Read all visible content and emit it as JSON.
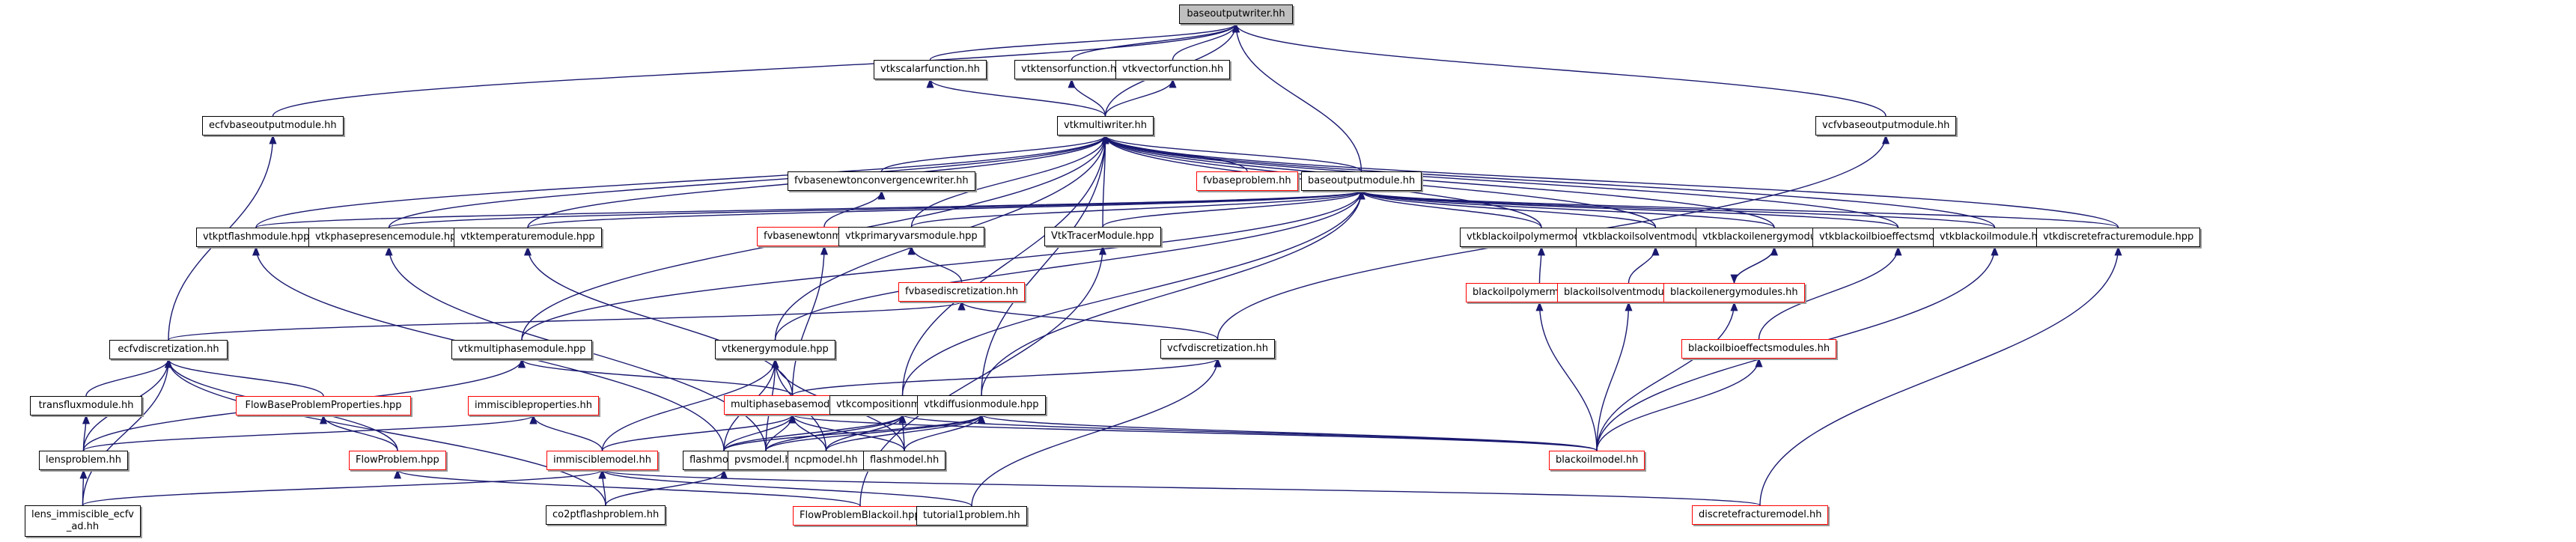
{
  "diagram": {
    "title": "baseoutputwriter.hh",
    "colors": {
      "edge": "#191970",
      "node_border": "#000000",
      "node_border_incomplete": "#ff0000",
      "root_fill": "#bfbfbf"
    },
    "nodes": [
      {
        "id": "baseoutputwriter",
        "label": "baseoutputwriter.hh",
        "style": "root"
      },
      {
        "id": "vtkscalarfunction",
        "label": "vtkscalarfunction.hh",
        "style": "normal"
      },
      {
        "id": "vtktensorfunction",
        "label": "vtktensorfunction.hh",
        "style": "normal"
      },
      {
        "id": "vtkvectorfunction",
        "label": "vtkvectorfunction.hh",
        "style": "normal"
      },
      {
        "id": "ecfvbaseoutputmodule",
        "label": "ecfvbaseoutputmodule.hh",
        "style": "normal"
      },
      {
        "id": "vcfvbaseoutputmodule",
        "label": "vcfvbaseoutputmodule.hh",
        "style": "normal"
      },
      {
        "id": "vtkmultiwriter",
        "label": "vtkmultiwriter.hh",
        "style": "normal"
      },
      {
        "id": "fvbasenewtonconvergencewriter",
        "label": "fvbasenewtonconvergencewriter.hh",
        "style": "normal"
      },
      {
        "id": "fvbaseproblem",
        "label": "fvbaseproblem.hh",
        "style": "red"
      },
      {
        "id": "baseoutputmodule",
        "label": "baseoutputmodule.hh",
        "style": "normal"
      },
      {
        "id": "vtkptflashmodule",
        "label": "vtkptflashmodule.hpp",
        "style": "normal"
      },
      {
        "id": "vtkphasepresencemodule",
        "label": "vtkphasepresencemodule.hpp",
        "style": "normal"
      },
      {
        "id": "vtktemperaturemodule",
        "label": "vtktemperaturemodule.hpp",
        "style": "normal"
      },
      {
        "id": "fvbasenewtonmethod",
        "label": "fvbasenewtonmethod.hh",
        "style": "red"
      },
      {
        "id": "vtkprimaryvarsmodule",
        "label": "vtkprimaryvarsmodule.hpp",
        "style": "normal"
      },
      {
        "id": "VtkTracerModule",
        "label": "VtkTracerModule.hpp",
        "style": "normal"
      },
      {
        "id": "vtkblackoilpolymermodule",
        "label": "vtkblackoilpolymermodule.hpp",
        "style": "normal"
      },
      {
        "id": "vtkblackoilsolventmodule",
        "label": "vtkblackoilsolventmodule.hpp",
        "style": "normal"
      },
      {
        "id": "vtkblackoilenergymodule",
        "label": "vtkblackoilenergymodule.hpp",
        "style": "normal"
      },
      {
        "id": "vtkblackoilbioeffectsmodule",
        "label": "vtkblackoilbioeffectsmodule.hpp",
        "style": "normal"
      },
      {
        "id": "vtkblackoilmodule",
        "label": "vtkblackoilmodule.hpp",
        "style": "normal"
      },
      {
        "id": "vtkdiscretefracturemodule",
        "label": "vtkdiscretefracturemodule.hpp",
        "style": "normal"
      },
      {
        "id": "fvbasediscretization",
        "label": "fvbasediscretization.hh",
        "style": "red"
      },
      {
        "id": "blackoilpolymermodules",
        "label": "blackoilpolymermodules.hh",
        "style": "red"
      },
      {
        "id": "blackoilsolventmodules",
        "label": "blackoilsolventmodules.hh",
        "style": "red"
      },
      {
        "id": "blackoilenergymodules",
        "label": "blackoilenergymodules.hh",
        "style": "red"
      },
      {
        "id": "ecfvdiscretization",
        "label": "ecfvdiscretization.hh",
        "style": "normal"
      },
      {
        "id": "vtkmultiphasemodule",
        "label": "vtkmultiphasemodule.hpp",
        "style": "normal"
      },
      {
        "id": "vtkenergymodule",
        "label": "vtkenergymodule.hpp",
        "style": "normal"
      },
      {
        "id": "vcfvdiscretization",
        "label": "vcfvdiscretization.hh",
        "style": "normal"
      },
      {
        "id": "blackoilbioeffectsmodules",
        "label": "blackoilbioeffectsmodules.hh",
        "style": "red"
      },
      {
        "id": "transfluxmodule",
        "label": "transfluxmodule.hh",
        "style": "normal"
      },
      {
        "id": "FlowBaseProblemProperties",
        "label": "FlowBaseProblemProperties.hpp",
        "style": "red"
      },
      {
        "id": "immiscibleproperties",
        "label": "immiscibleproperties.hh",
        "style": "red"
      },
      {
        "id": "multiphasebasemodel",
        "label": "multiphasebasemodel.hh",
        "style": "red"
      },
      {
        "id": "vtkcompositionmodule",
        "label": "vtkcompositionmodule.hpp",
        "style": "normal"
      },
      {
        "id": "vtkdiffusionmodule",
        "label": "vtkdiffusionmodule.hpp",
        "style": "normal"
      },
      {
        "id": "lensproblem",
        "label": "lensproblem.hh",
        "style": "normal"
      },
      {
        "id": "FlowProblem",
        "label": "FlowProblem.hpp",
        "style": "red"
      },
      {
        "id": "immisciblemodel",
        "label": "immisciblemodel.hh",
        "style": "red"
      },
      {
        "id": "flashmodel1",
        "label": "flashmodel.hh",
        "style": "normal"
      },
      {
        "id": "pvsmodel",
        "label": "pvsmodel.hh",
        "style": "normal"
      },
      {
        "id": "ncpmodel",
        "label": "ncpmodel.hh",
        "style": "normal"
      },
      {
        "id": "flashmodel2",
        "label": "flashmodel.hh",
        "style": "normal"
      },
      {
        "id": "blackoilmodel",
        "label": "blackoilmodel.hh",
        "style": "red"
      },
      {
        "id": "lens_immiscible_ecfv_ad",
        "label": "lens_immiscible_ecfv\n_ad.hh",
        "style": "normal"
      },
      {
        "id": "co2ptflashproblem",
        "label": "co2ptflashproblem.hh",
        "style": "normal"
      },
      {
        "id": "FlowProblemBlackoil",
        "label": "FlowProblemBlackoil.hpp",
        "style": "red"
      },
      {
        "id": "tutorial1problem",
        "label": "tutorial1problem.hh",
        "style": "normal"
      },
      {
        "id": "discretefracturemodel",
        "label": "discretefracturemodel.hh",
        "style": "red"
      }
    ],
    "edges": [
      [
        "vtkscalarfunction",
        "baseoutputwriter"
      ],
      [
        "vtktensorfunction",
        "baseoutputwriter"
      ],
      [
        "vtkvectorfunction",
        "baseoutputwriter"
      ],
      [
        "ecfvbaseoutputmodule",
        "baseoutputwriter"
      ],
      [
        "vcfvbaseoutputmodule",
        "baseoutputwriter"
      ],
      [
        "vtkmultiwriter",
        "baseoutputwriter"
      ],
      [
        "baseoutputmodule",
        "baseoutputwriter"
      ],
      [
        "vtkmultiwriter",
        "vtkscalarfunction"
      ],
      [
        "vtkmultiwriter",
        "vtktensorfunction"
      ],
      [
        "vtkmultiwriter",
        "vtkvectorfunction"
      ],
      [
        "ecfvdiscretization",
        "ecfvbaseoutputmodule"
      ],
      [
        "vcfvdiscretization",
        "vcfvbaseoutputmodule"
      ],
      [
        "fvbasenewtonconvergencewriter",
        "vtkmultiwriter"
      ],
      [
        "fvbaseproblem",
        "vtkmultiwriter"
      ],
      [
        "baseoutputmodule",
        "vtkmultiwriter"
      ],
      [
        "vtkptflashmodule",
        "vtkmultiwriter"
      ],
      [
        "vtkphasepresencemodule",
        "vtkmultiwriter"
      ],
      [
        "vtktemperaturemodule",
        "vtkmultiwriter"
      ],
      [
        "vtkprimaryvarsmodule",
        "vtkmultiwriter"
      ],
      [
        "VtkTracerModule",
        "vtkmultiwriter"
      ],
      [
        "vtkblackoilpolymermodule",
        "vtkmultiwriter"
      ],
      [
        "vtkblackoilsolventmodule",
        "vtkmultiwriter"
      ],
      [
        "vtkblackoilenergymodule",
        "vtkmultiwriter"
      ],
      [
        "vtkblackoilbioeffectsmodule",
        "vtkmultiwriter"
      ],
      [
        "vtkblackoilmodule",
        "vtkmultiwriter"
      ],
      [
        "vtkdiscretefracturemodule",
        "vtkmultiwriter"
      ],
      [
        "vtkmultiphasemodule",
        "vtkmultiwriter"
      ],
      [
        "vtkenergymodule",
        "vtkmultiwriter"
      ],
      [
        "vtkcompositionmodule",
        "vtkmultiwriter"
      ],
      [
        "vtkdiffusionmodule",
        "vtkmultiwriter"
      ],
      [
        "fvbasenewtonmethod",
        "fvbasenewtonconvergencewriter"
      ],
      [
        "vtkptflashmodule",
        "baseoutputmodule"
      ],
      [
        "vtkphasepresencemodule",
        "baseoutputmodule"
      ],
      [
        "vtktemperaturemodule",
        "baseoutputmodule"
      ],
      [
        "vtkprimaryvarsmodule",
        "baseoutputmodule"
      ],
      [
        "VtkTracerModule",
        "baseoutputmodule"
      ],
      [
        "vtkblackoilpolymermodule",
        "baseoutputmodule"
      ],
      [
        "vtkblackoilsolventmodule",
        "baseoutputmodule"
      ],
      [
        "vtkblackoilenergymodule",
        "baseoutputmodule"
      ],
      [
        "vtkblackoilbioeffectsmodule",
        "baseoutputmodule"
      ],
      [
        "vtkblackoilmodule",
        "baseoutputmodule"
      ],
      [
        "vtkdiscretefracturemodule",
        "baseoutputmodule"
      ],
      [
        "vtkmultiphasemodule",
        "baseoutputmodule"
      ],
      [
        "vtkenergymodule",
        "baseoutputmodule"
      ],
      [
        "vtkcompositionmodule",
        "baseoutputmodule"
      ],
      [
        "vtkdiffusionmodule",
        "baseoutputmodule"
      ],
      [
        "fvbasediscretization",
        "vtkprimaryvarsmodule"
      ],
      [
        "blackoilpolymermodules",
        "vtkblackoilpolymermodule"
      ],
      [
        "blackoilsolventmodules",
        "vtkblackoilsolventmodule"
      ],
      [
        "blackoilenergymodules",
        "vtkblackoilenergymodule"
      ],
      [
        "vtkblackoilenergymodule",
        "blackoilenergymodules"
      ],
      [
        "blackoilbioeffectsmodules",
        "vtkblackoilbioeffectsmodule"
      ],
      [
        "blackoilmodel",
        "vtkblackoilmodule"
      ],
      [
        "discretefracturemodel",
        "vtkdiscretefracturemodule"
      ],
      [
        "FlowProblemBlackoil",
        "VtkTracerModule"
      ],
      [
        "ecfvdiscretization",
        "fvbasediscretization"
      ],
      [
        "vcfvdiscretization",
        "fvbasediscretization"
      ],
      [
        "multiphasebasemodel",
        "fvbasenewtonmethod"
      ],
      [
        "pvsmodel",
        "vtkphasepresencemodule"
      ],
      [
        "flashmodel1",
        "vtkptflashmodule"
      ],
      [
        "multiphasebasemodel",
        "vtktemperaturemodule"
      ],
      [
        "blackoilmodel",
        "blackoilpolymermodules"
      ],
      [
        "blackoilmodel",
        "blackoilsolventmodules"
      ],
      [
        "blackoilmodel",
        "blackoilenergymodules"
      ],
      [
        "blackoilmodel",
        "blackoilbioeffectsmodules"
      ],
      [
        "transfluxmodule",
        "ecfvdiscretization"
      ],
      [
        "lensproblem",
        "ecfvdiscretization"
      ],
      [
        "lens_immiscible_ecfv_ad",
        "ecfvdiscretization"
      ],
      [
        "FlowBaseProblemProperties",
        "ecfvdiscretization"
      ],
      [
        "FlowProblem",
        "ecfvdiscretization"
      ],
      [
        "co2ptflashproblem",
        "ecfvdiscretization"
      ],
      [
        "lensproblem",
        "vtkmultiphasemodule"
      ],
      [
        "multiphasebasemodel",
        "vtkmultiphasemodule"
      ],
      [
        "immisciblemodel",
        "vtkenergymodule"
      ],
      [
        "flashmodel1",
        "vtkenergymodule"
      ],
      [
        "pvsmodel",
        "vtkenergymodule"
      ],
      [
        "ncpmodel",
        "vtkenergymodule"
      ],
      [
        "flashmodel2",
        "vtkenergymodule"
      ],
      [
        "multiphasebasemodel",
        "vcfvdiscretization"
      ],
      [
        "tutorial1problem",
        "vcfvdiscretization"
      ],
      [
        "lensproblem",
        "transfluxmodule"
      ],
      [
        "FlowProblem",
        "FlowBaseProblemProperties"
      ],
      [
        "lensproblem",
        "immiscibleproperties"
      ],
      [
        "immisciblemodel",
        "immiscibleproperties"
      ],
      [
        "immisciblemodel",
        "multiphasebasemodel"
      ],
      [
        "flashmodel1",
        "multiphasebasemodel"
      ],
      [
        "pvsmodel",
        "multiphasebasemodel"
      ],
      [
        "ncpmodel",
        "multiphasebasemodel"
      ],
      [
        "flashmodel2",
        "multiphasebasemodel"
      ],
      [
        "blackoilmodel",
        "multiphasebasemodel"
      ],
      [
        "flashmodel1",
        "vtkcompositionmodule"
      ],
      [
        "pvsmodel",
        "vtkcompositionmodule"
      ],
      [
        "ncpmodel",
        "vtkcompositionmodule"
      ],
      [
        "flashmodel2",
        "vtkcompositionmodule"
      ],
      [
        "blackoilmodel",
        "vtkcompositionmodule"
      ],
      [
        "flashmodel1",
        "vtkdiffusionmodule"
      ],
      [
        "pvsmodel",
        "vtkdiffusionmodule"
      ],
      [
        "ncpmodel",
        "vtkdiffusionmodule"
      ],
      [
        "flashmodel2",
        "vtkdiffusionmodule"
      ],
      [
        "blackoilmodel",
        "vtkdiffusionmodule"
      ],
      [
        "lens_immiscible_ecfv_ad",
        "lensproblem"
      ],
      [
        "lens_immiscible_ecfv_ad",
        "immisciblemodel"
      ],
      [
        "co2ptflashproblem",
        "immisciblemodel"
      ],
      [
        "tutorial1problem",
        "immisciblemodel"
      ],
      [
        "discretefracturemodel",
        "immisciblemodel"
      ],
      [
        "co2ptflashproblem",
        "flashmodel1"
      ],
      [
        "FlowProblemBlackoil",
        "FlowProblem"
      ]
    ]
  }
}
